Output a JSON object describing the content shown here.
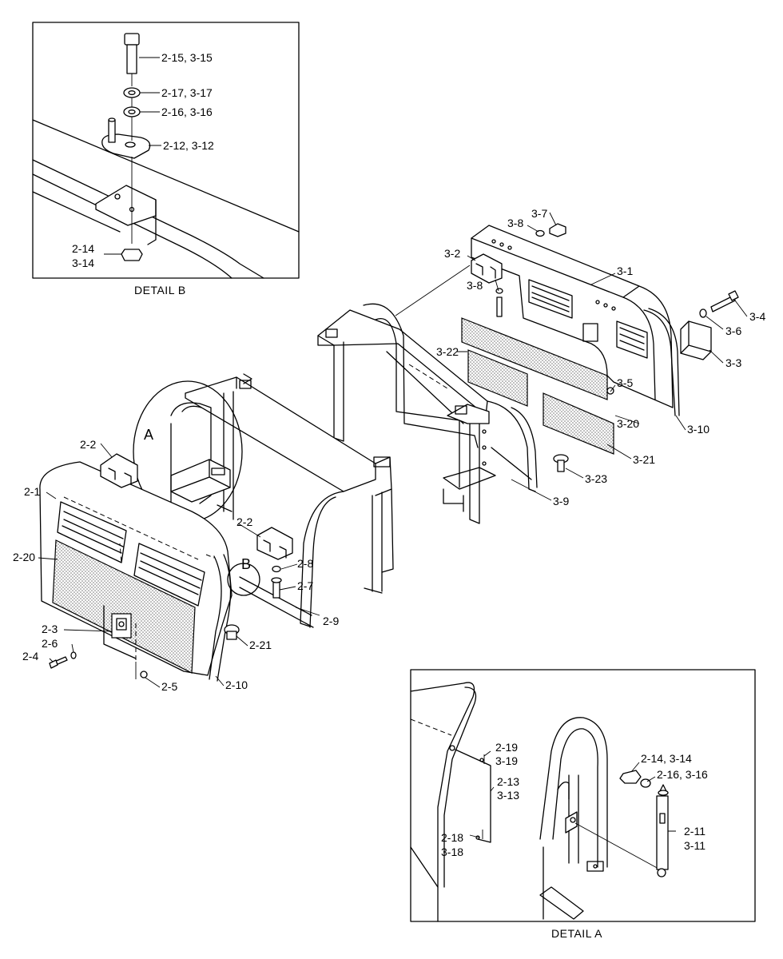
{
  "detail_b": {
    "caption": "DETAIL  B",
    "labels": [
      "2-15, 3-15",
      "2-17, 3-17",
      "2-16, 3-16",
      "2-12, 3-12",
      "2-14",
      "3-14"
    ]
  },
  "detail_a": {
    "caption": "DETAIL  A",
    "labels": [
      "2-19",
      "3-19",
      "2-13",
      "3-13",
      "2-18",
      "3-18",
      "2-14, 3-14",
      "2-16, 3-16",
      "2-11",
      "3-11"
    ]
  },
  "callouts": {
    "a": "A",
    "b": "B"
  },
  "rear_assembly": {
    "labels": [
      "3-7",
      "3-8",
      "3-2",
      "3-8",
      "3-1",
      "3-4",
      "3-6",
      "3-3",
      "3-22",
      "3-5",
      "3-20",
      "3-10",
      "3-21",
      "3-23",
      "3-9"
    ]
  },
  "front_assembly": {
    "labels": [
      "2-2",
      "2-1",
      "2-20",
      "2-2",
      "2-8",
      "2-7",
      "2-9",
      "2-3",
      "2-6",
      "2-4",
      "2-21",
      "2-5",
      "2-10"
    ]
  },
  "colors": {
    "line": "#000000",
    "background": "#ffffff",
    "mesh": "#c8c8c8"
  }
}
